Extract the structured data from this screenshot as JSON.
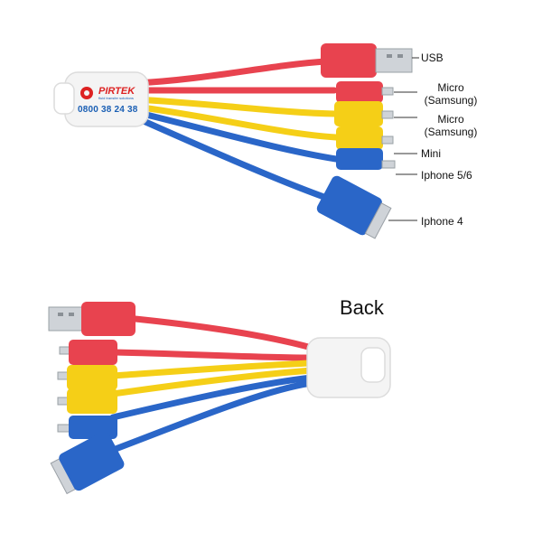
{
  "labels": {
    "usb": "USB",
    "micro1_line1": "Micro",
    "micro1_line2": "(Samsung)",
    "micro2_line1": "Micro",
    "micro2_line2": "(Samsung)",
    "mini": "Mini",
    "iphone56": "Iphone 5/6",
    "iphone4": "Iphone 4"
  },
  "back_label": "Back",
  "tag": {
    "brand": "PIRTEK",
    "subtitle": "fluid transfer solutions",
    "phone": "0800 38 24 38"
  },
  "colors": {
    "red": "#e8434f",
    "yellow": "#f5cf17",
    "blue": "#2a66c8",
    "white_tag": "#f4f4f4",
    "metal": "#cfd3d8"
  }
}
